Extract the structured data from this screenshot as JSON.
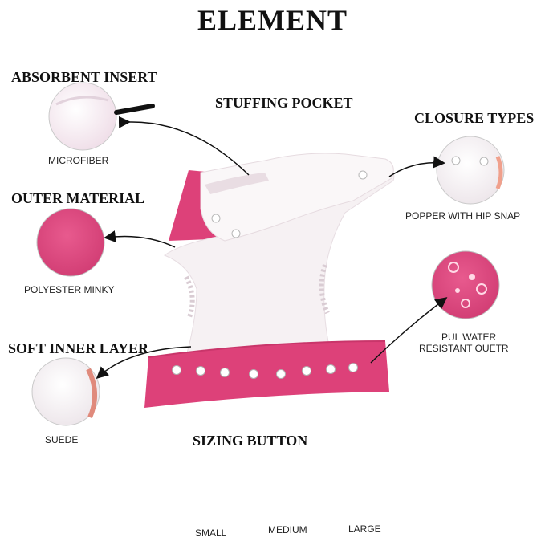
{
  "title": "ELEMENT",
  "labels": {
    "absorbent_insert": "ABSORBENT INSERT",
    "microfiber": "MICROFIBER",
    "stuffing_pocket": "STUFFING POCKET",
    "closure_types": "CLOSURE TYPES",
    "popper_hip_snap": "POPPER WITH HIP SNAP",
    "outer_material": "OUTER MATERIAL",
    "polyester_minky": "POLYESTER MINKY",
    "pul_line1": "PUL WATER",
    "pul_line2": "RESISTANT OUETR",
    "soft_inner_layer": "SOFT INNER LAYER",
    "suede": "SUEDE",
    "sizing_button": "SIZING BUTTON"
  },
  "sizes": [
    "SMALL",
    "MEDIUM",
    "LARGE"
  ],
  "colors": {
    "pink": "#e2487f",
    "pink_dark": "#c9356a",
    "white_fabric": "#f7f1f4",
    "insert": "#f3e6ee"
  }
}
